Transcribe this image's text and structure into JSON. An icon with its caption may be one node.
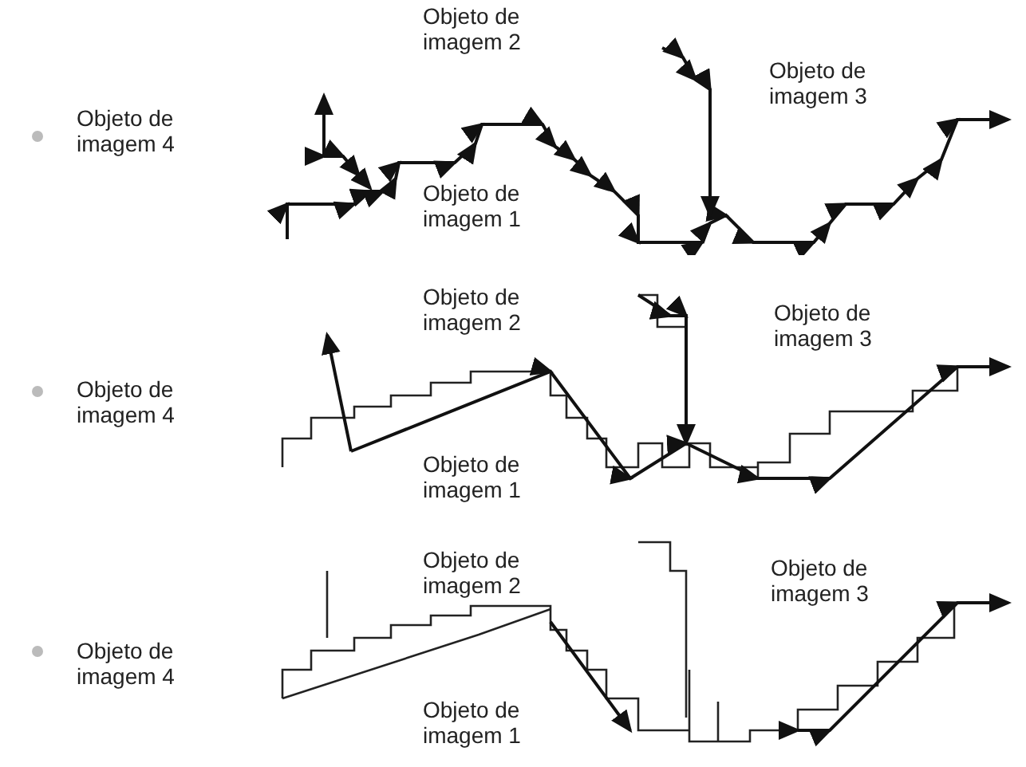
{
  "diagram": {
    "labels": [
      "Objeto de imagem 2",
      "Objeto de imagem 3",
      "Objeto de imagem 4",
      "Objeto de imagem 1",
      "Objeto de imagem 2",
      "Objeto de imagem 3",
      "Objeto de imagem 4",
      "Objeto de imagem 1",
      "Objeto de imagem 2",
      "Objeto de imagem 3",
      "Objeto de imagem 4",
      "Objeto de imagem 1"
    ]
  }
}
